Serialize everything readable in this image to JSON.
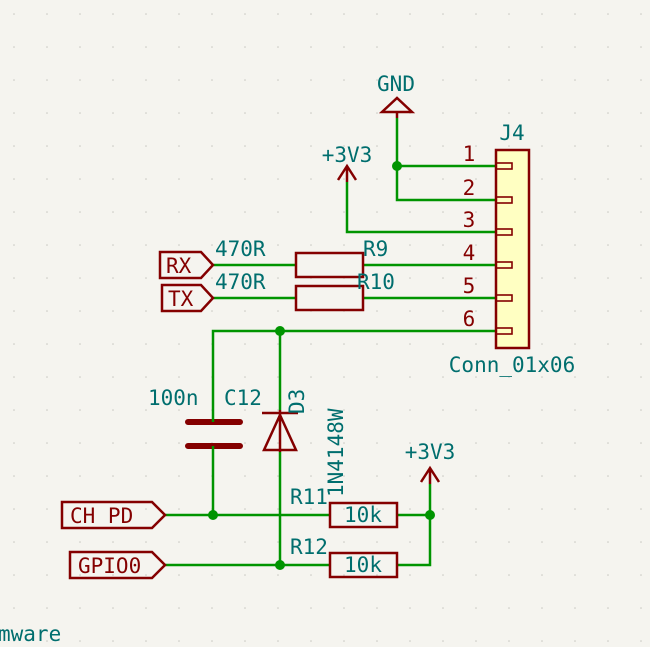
{
  "connector": {
    "ref": "J4",
    "value": "Conn_01x06",
    "pins": [
      "1",
      "2",
      "3",
      "4",
      "5",
      "6"
    ]
  },
  "power": {
    "gnd": "GND",
    "v3_top": "+3V3",
    "v3_bottom": "+3V3"
  },
  "labels": {
    "rx": "RX",
    "tx": "TX",
    "ch_pd": "CH_PD",
    "gpio0": "GPIO0",
    "partial_text": "mware"
  },
  "parts": {
    "r9": {
      "ref": "R9",
      "value": "470R"
    },
    "r10": {
      "ref": "R10",
      "value": "470R"
    },
    "r11": {
      "ref": "R11",
      "value": "10k"
    },
    "r12": {
      "ref": "R12",
      "value": "10k"
    },
    "c12": {
      "ref": "C12",
      "value": "100n"
    },
    "d3": {
      "ref": "D3",
      "value": "1N4148W"
    }
  },
  "colors": {
    "background": "#f5f4ef",
    "wire": "#009400",
    "symbol": "#840000",
    "text": "#006e6e",
    "connector_fill": "#ffffc2"
  }
}
